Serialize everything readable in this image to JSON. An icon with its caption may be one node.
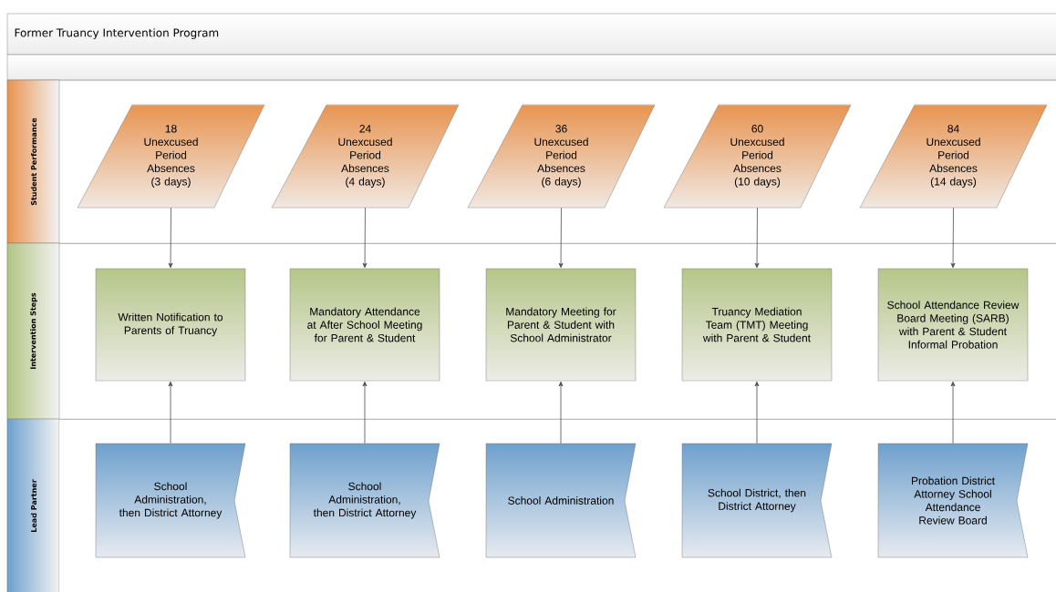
{
  "diagram": {
    "title": "Former Truancy Intervention Program",
    "nodes": [
      {
        "text": [
          "Student Performance"
        ]
      },
      {
        "text": [
          "Intervention Steps"
        ]
      },
      {
        "text": [
          "Lead Partner"
        ]
      },
      {
        "text": [
          "18 Unexcused Period Absences (3 days)"
        ],
        "in": 0
      },
      {
        "text": [
          "24 Unexcused Period Absences (4 days)"
        ],
        "in": 0
      },
      {
        "text": [
          "36 Unexcused Period Absences (6 days)"
        ],
        "in": 0
      },
      {
        "text": [
          "60 Unexcused Period Absences (10 days)"
        ],
        "in": 0
      },
      {
        "text": [
          "84 Unexcused Period Absences (14 days)"
        ],
        "in": 0
      },
      {
        "text": [
          "Written Notification to Parents of Truancy"
        ],
        "in": 1
      },
      {
        "text": [
          "Mandatory Attendance at After School Meeting for Parent & Student"
        ],
        "in": 1
      },
      {
        "text": [
          "Mandatory Meeting for Parent & Student with School Administrator"
        ],
        "in": 1
      },
      {
        "text": [
          "Truancy Mediation Team (TMT) Meeting with Parent & Student"
        ],
        "in": 1
      },
      {
        "text": [
          "School Attendance Review Board Meeting (SARB) with Parent & Student Informal Probation"
        ],
        "in": 1
      },
      {
        "text": [
          "School Administration, then District Attorney"
        ],
        "in": 2
      },
      {
        "text": [
          "School Administration, then District Attorney"
        ],
        "in": 2
      },
      {
        "text": [
          "School Administration"
        ],
        "in": 2
      },
      {
        "text": [
          "School District, then District Attorney"
        ],
        "in": 2
      },
      {
        "text": [
          "Probation District Attorney School Attendance Review Board"
        ],
        "in": 2
      }
    ],
    "edges": [
      {
        "from": 3,
        "to": 8,
        "arrow": "to"
      },
      {
        "from": 4,
        "to": 9,
        "arrow": "to"
      },
      {
        "from": 5,
        "to": 10,
        "arrow": "to"
      },
      {
        "from": 6,
        "to": 11,
        "arrow": "to"
      },
      {
        "from": 7,
        "to": 12,
        "arrow": "to"
      },
      {
        "from": 13,
        "to": 8,
        "arrow": "to"
      },
      {
        "from": 14,
        "to": 9,
        "arrow": "to"
      },
      {
        "from": 15,
        "to": 10,
        "arrow": "to"
      },
      {
        "from": 16,
        "to": 11,
        "arrow": "to"
      },
      {
        "from": 17,
        "to": 12,
        "arrow": "to"
      }
    ]
  }
}
